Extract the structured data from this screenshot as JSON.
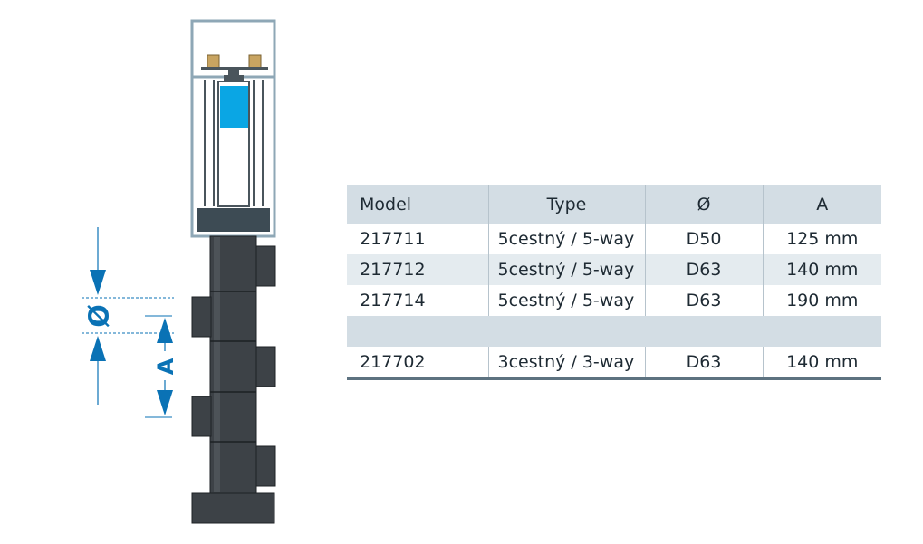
{
  "diagram": {
    "diameter_label": "Ø",
    "distance_label": "A",
    "accent_color": "#0a72b5",
    "pipe_color": "#3d4247",
    "piston_color": "#0aa6e4",
    "frame_color": "#8ea7b6"
  },
  "table": {
    "headers": [
      "Model",
      "Type",
      "Ø",
      "A"
    ],
    "rows": [
      [
        "217711",
        "5cestný / 5-way",
        "D50",
        "125 mm"
      ],
      [
        "217712",
        "5cestný / 5-way",
        "D63",
        "140 mm"
      ],
      [
        "217714",
        "5cestný / 5-way",
        "D63",
        "190 mm"
      ]
    ],
    "separated_row": [
      "217702",
      "3cestný / 3-way",
      "D63",
      "140 mm"
    ]
  }
}
